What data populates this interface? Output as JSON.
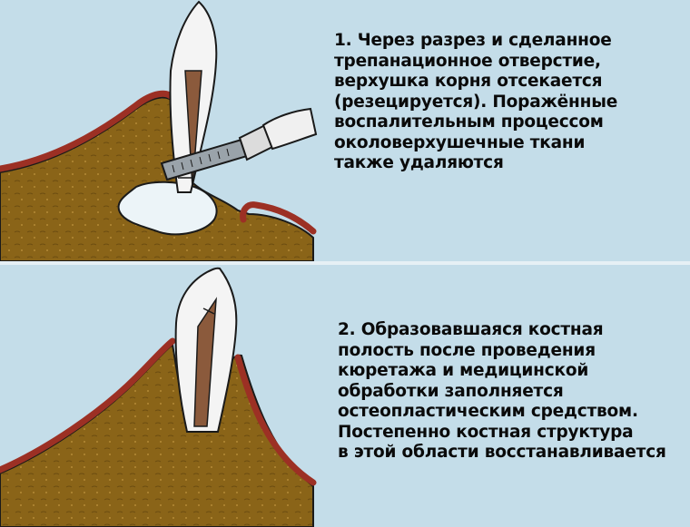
{
  "steps": [
    {
      "number": "1.",
      "text": "1.   Через разрез и сделанное\nтрепанационное отверстие,\nверхушка корня отсекается\n(резецируется). Поражённые\nвоспалительным процессом\nоколоверхушечные ткани\nтакже удаляются"
    },
    {
      "number": "2.",
      "text": "2.   Образовавшаяся костная\nполость после проведения\nкюретажа и медицинской\nобработки заполняется\nостеопластическим средством.\nПостепенно костная структура\nв этой области восстанавливается"
    }
  ],
  "colors": {
    "background": "#c4dde9",
    "bone": "#8a6418",
    "gum": "#9c3024",
    "tooth": "#f4f4f4",
    "root_canal": "#8b5a3c",
    "outline": "#1a1a1a"
  }
}
